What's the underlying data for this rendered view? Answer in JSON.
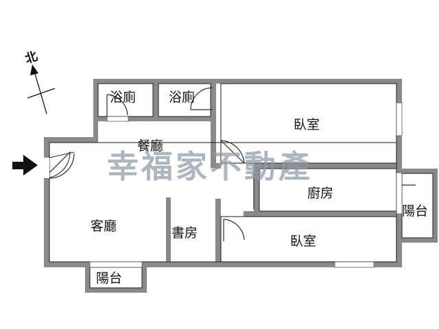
{
  "rooms": {
    "bath_1": "浴廁",
    "bath_2": "浴廁",
    "bedroom_top": "臥室",
    "dining": "餐廳",
    "kitchen": "廚房",
    "balcony_right": "陽台",
    "living": "客廳",
    "study": "書房",
    "bedroom_bottom": "臥室",
    "balcony_bottom": "陽台"
  },
  "compass": {
    "label": "北"
  },
  "watermark": "幸福家不動產",
  "entrance_marker": "entrance-arrow-icon"
}
